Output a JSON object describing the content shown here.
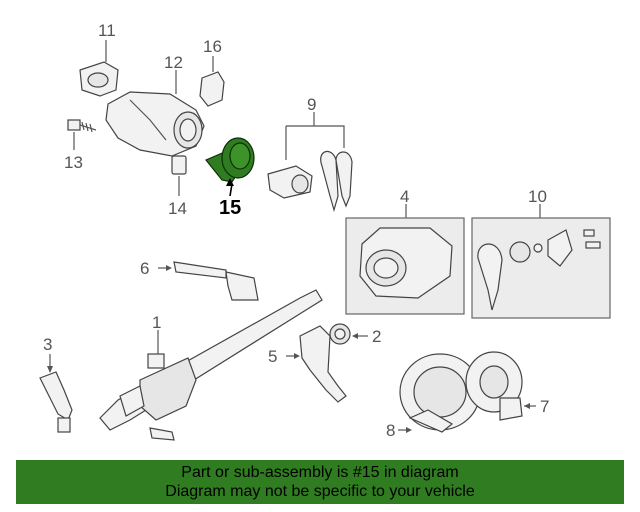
{
  "diagram": {
    "labels": [
      "11",
      "16",
      "12",
      "13",
      "14",
      "15",
      "9",
      "4",
      "10",
      "6",
      "1",
      "2",
      "3",
      "5",
      "7",
      "8"
    ],
    "highlight_label": "15",
    "highlight_color": "#2f7d20"
  },
  "banner": {
    "line1": "Part or sub-assembly is #15 in diagram",
    "line2": "Diagram may not be specific to your vehicle",
    "background": "#2f7d20"
  }
}
